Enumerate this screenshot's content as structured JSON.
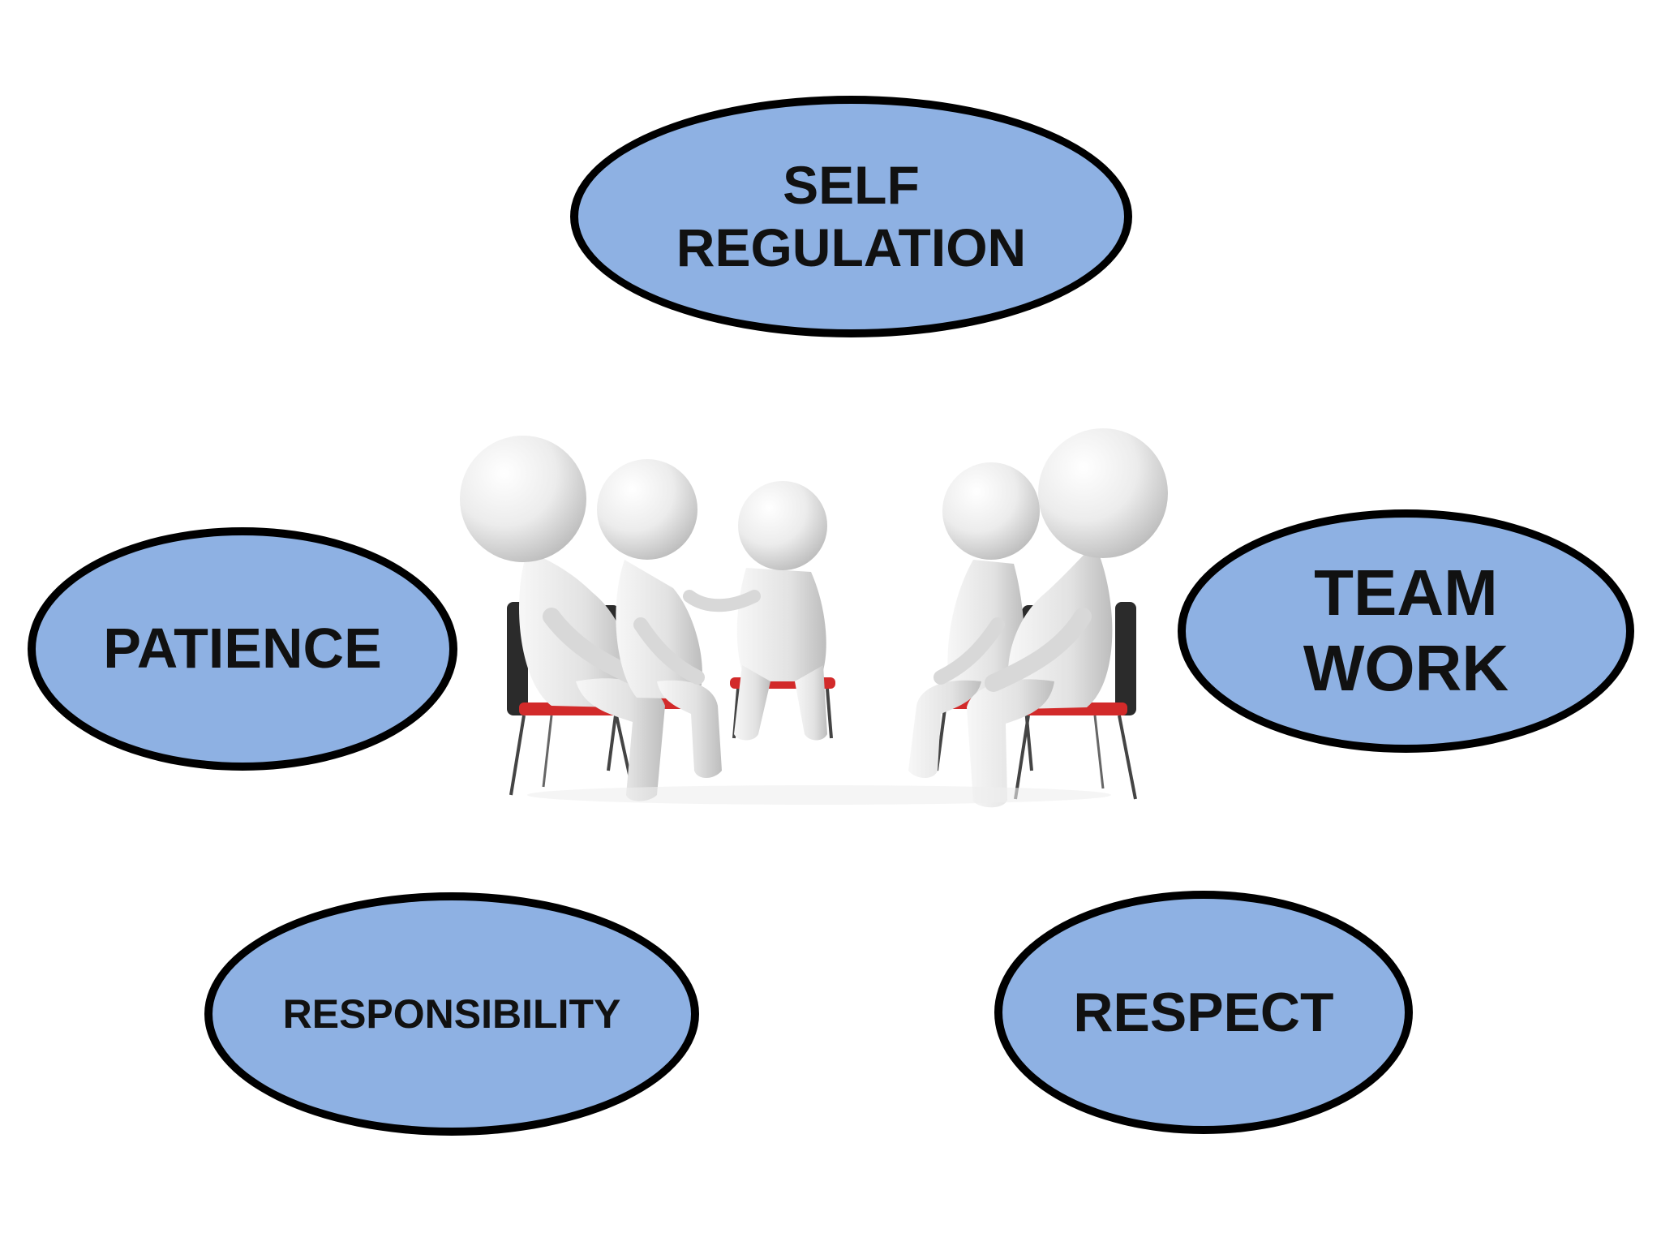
{
  "ovals": {
    "self_regulation": "SELF\nREGULATION",
    "patience": "PATIENCE",
    "team_work": "TEAM\nWORK",
    "responsibility": "RESPONSIBILITY",
    "respect": "RESPECT"
  },
  "colors": {
    "oval_fill": "#8eb1e3",
    "oval_border": "#000000",
    "chair_seat": "#d22a2a",
    "figure": "#e9e9e9"
  },
  "illustration": {
    "subject": "five-figures-sitting-in-circle",
    "figure_count": 5
  }
}
